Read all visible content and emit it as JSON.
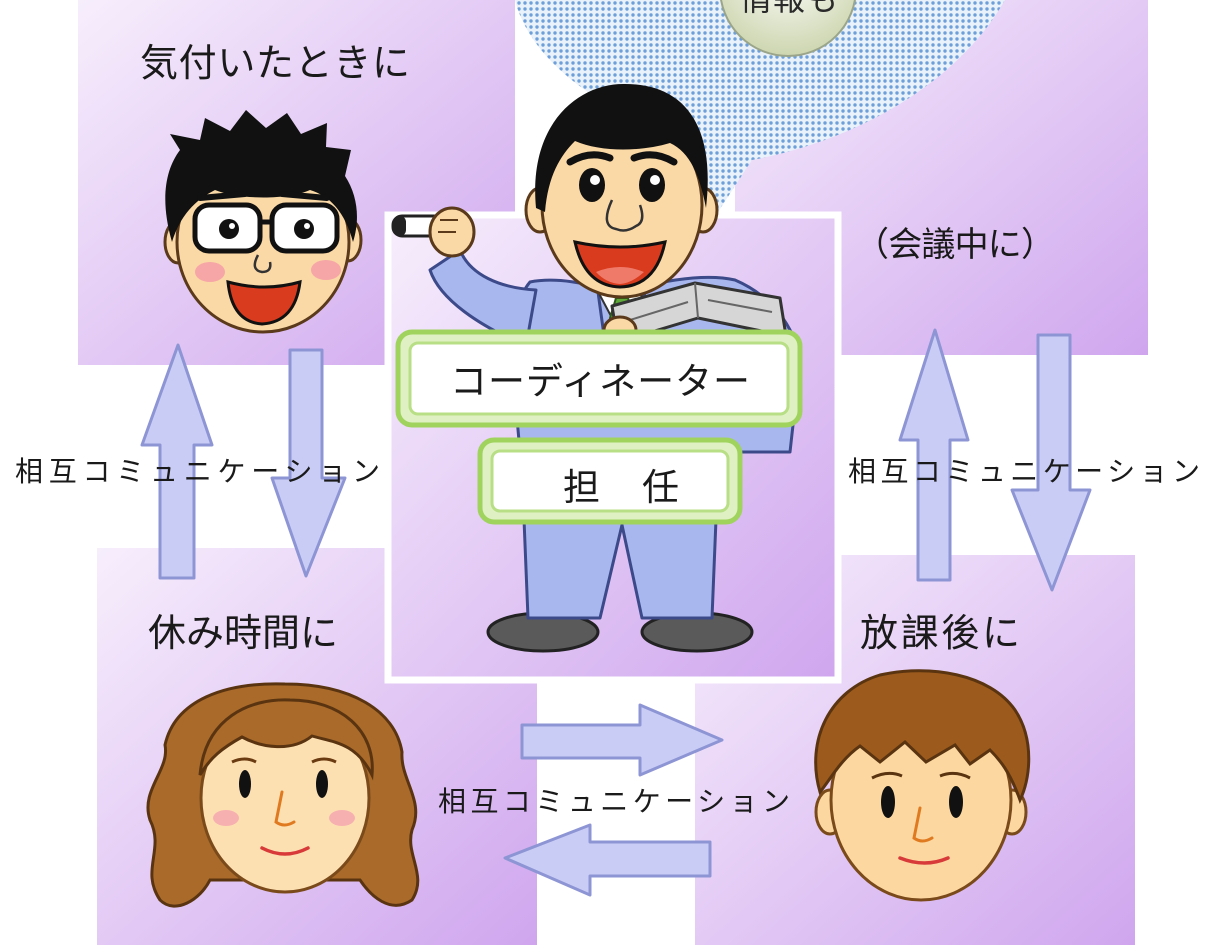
{
  "bubble": {
    "text": "情報も"
  },
  "scenes": {
    "top_left": "気付いたときに",
    "top_right": "（会議中に）",
    "bottom_left": "休み時間に",
    "bottom_right": "放課後に"
  },
  "center": {
    "coordinator_label": "コーディネーター",
    "teacher_label": "担　任"
  },
  "communication": {
    "left": "相互コミュニケーション",
    "right": "相互コミュニケーション",
    "bottom": "相互コミュニケーション"
  },
  "colors": {
    "panel_light": "#f7eefc",
    "panel_dark": "#cfa6ee",
    "arrow_fill": "#c9cdf6",
    "arrow_stroke": "#8e95d4",
    "label_border": "#9fd35e",
    "suit": "#a9b7ef",
    "bubble_dots": "#6e9fd9",
    "bubble_base": "#e9f1fb"
  }
}
